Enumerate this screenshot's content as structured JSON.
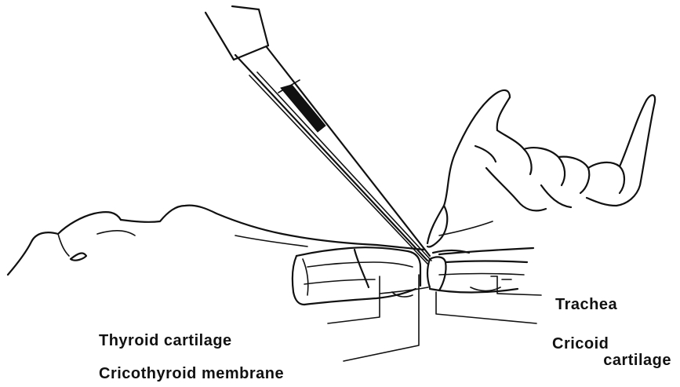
{
  "labels": {
    "trachea": "Trachea",
    "thyroid_cartilage": "Thyroid cartilage",
    "cricoid_cartilage_line1": "Cricoid",
    "cricoid_cartilage_line2": "cartilage",
    "cricothyroid_membrane": "Cricothyroid membrane"
  },
  "colors": {
    "ink": "#111111",
    "background": "#ffffff"
  }
}
